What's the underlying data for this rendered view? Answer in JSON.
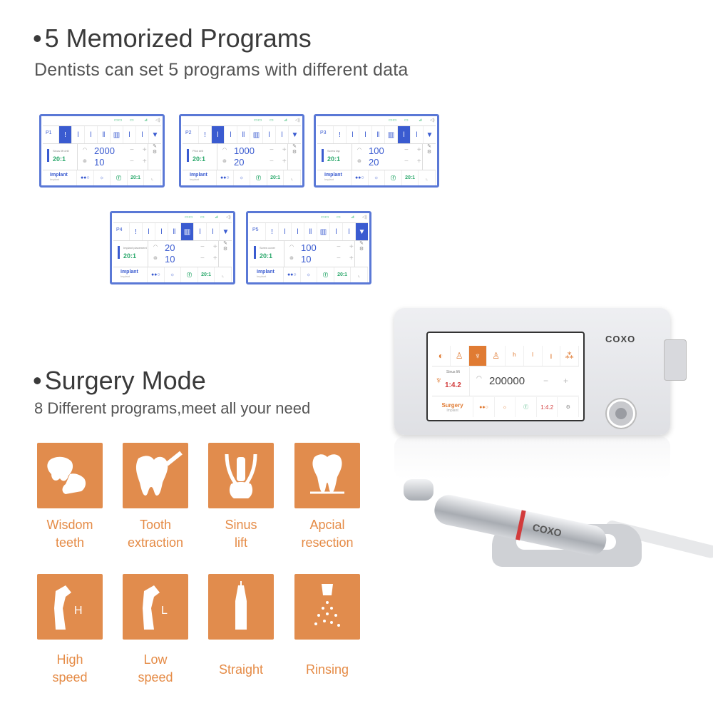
{
  "sections": {
    "memorized": {
      "bullet": "•",
      "title": "5 Memorized Programs",
      "subtitle": "Dentists can set 5 programs with different data"
    },
    "surgery": {
      "bullet": "•",
      "title": "Surgery Mode",
      "subtitle": "8 Different programs,meet all your need"
    }
  },
  "programs": [
    {
      "id": "P1",
      "label": "Sinus lift drill",
      "speed": "2000",
      "torque": "10",
      "ratio": "20:1",
      "mode": "Implant",
      "mode_sub": "Implant",
      "selected_tool": 0
    },
    {
      "id": "P2",
      "label": "Pilot drill",
      "speed": "1000",
      "torque": "20",
      "ratio": "20:1",
      "mode": "Implant",
      "mode_sub": "Implant",
      "selected_tool": 1
    },
    {
      "id": "P3",
      "label": "Screw tap",
      "speed": "100",
      "torque": "20",
      "ratio": "20:1",
      "mode": "Implant",
      "mode_sub": "Implant",
      "selected_tool": 5
    },
    {
      "id": "P4",
      "label": "Implant placement",
      "speed": "20",
      "torque": "10",
      "ratio": "20:1",
      "mode": "Implant",
      "mode_sub": "Implant",
      "selected_tool": 4
    },
    {
      "id": "P5",
      "label": "Screw cover",
      "speed": "100",
      "torque": "10",
      "ratio": "20:1",
      "mode": "Implant",
      "mode_sub": "Implant",
      "selected_tool": 7
    }
  ],
  "screen_bottom": {
    "ratio_button": "20:1"
  },
  "device": {
    "brand": "COXO",
    "screen_label": "Sinus lift",
    "ratio": "1:4.2",
    "speed": "200000",
    "mode": "Surgery",
    "mode_sub": "Implant",
    "ratio_button": "1:4.2",
    "handpiece_brand": "COXO",
    "accent": "#e07b33"
  },
  "surgery_programs": [
    {
      "icon": "wisdom-teeth-icon",
      "line1": "Wisdom",
      "line2": "teeth"
    },
    {
      "icon": "tooth-extraction-icon",
      "line1": "Tooth",
      "line2": "extraction"
    },
    {
      "icon": "sinus-lift-icon",
      "line1": "Sinus",
      "line2": "lift"
    },
    {
      "icon": "apical-resection-icon",
      "line1": "Apcial",
      "line2": "resection"
    },
    {
      "icon": "high-speed-icon",
      "line1": "High",
      "line2": "speed"
    },
    {
      "icon": "low-speed-icon",
      "line1": "Low",
      "line2": "speed"
    },
    {
      "icon": "straight-icon",
      "line1": "Straight",
      "line2": ""
    },
    {
      "icon": "rinsing-icon",
      "line1": "Rinsing",
      "line2": ""
    }
  ],
  "colors": {
    "program_border": "#5a78d6",
    "tile": "#e18c4d",
    "caption": "#e58b46"
  }
}
